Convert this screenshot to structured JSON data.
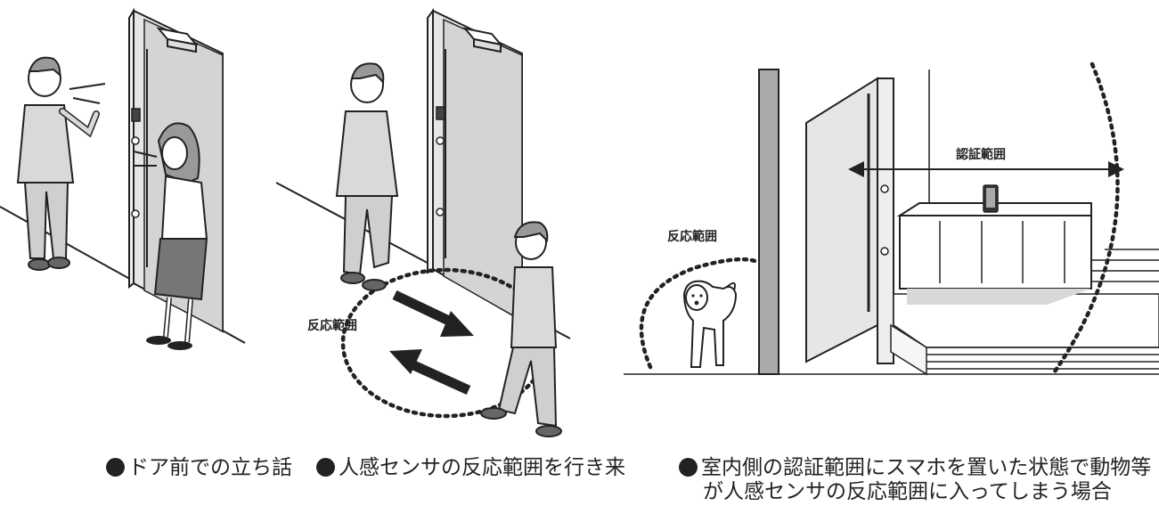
{
  "panels": [
    {
      "caption": "ドア前での立ち話"
    },
    {
      "caption": "人感センサの反応範囲を行き来",
      "range_label": "反応範囲"
    },
    {
      "caption_line1": "室内側の認証範囲にスマホを置いた状態で動物等",
      "caption_line2": "が人感センサの反応範囲に入ってしまう場合",
      "range_label": "反応範囲",
      "auth_label": "認証範囲"
    }
  ]
}
